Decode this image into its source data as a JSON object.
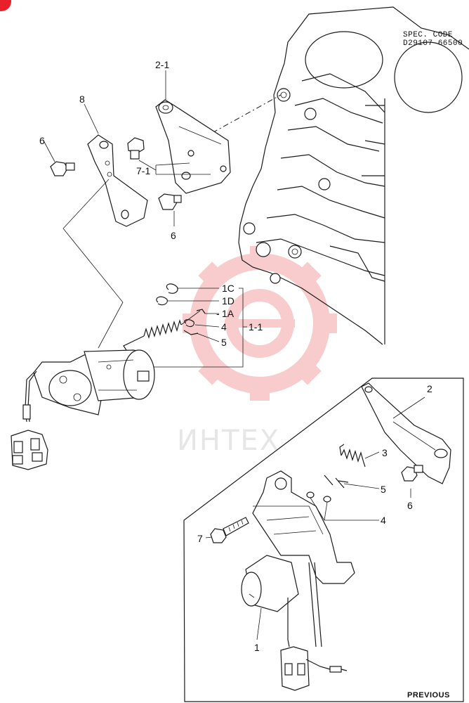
{
  "spec": {
    "line1": "SPEC. CODE",
    "line2": "D29107-66500"
  },
  "watermark": {
    "text": "ИНТЕХ",
    "color": "#f28b8b"
  },
  "footer": {
    "previous_label": "PREVIOUS"
  },
  "labels": {
    "l_2_1": "2-1",
    "l_8": "8",
    "l_6a": "6",
    "l_7_1": "7-1",
    "l_6b": "6",
    "l_1c": "1C",
    "l_1d": "1D",
    "l_1a": "1A",
    "l_4a": "4",
    "l_5a": "5",
    "l_1_1": "1-1",
    "l_2": "2",
    "l_3": "3",
    "l_5b": "5",
    "l_6c": "6",
    "l_4b": "4",
    "l_7": "7",
    "l_1": "1"
  },
  "colors": {
    "line": "#1a1a1a",
    "accent_red": "#e8202a"
  }
}
